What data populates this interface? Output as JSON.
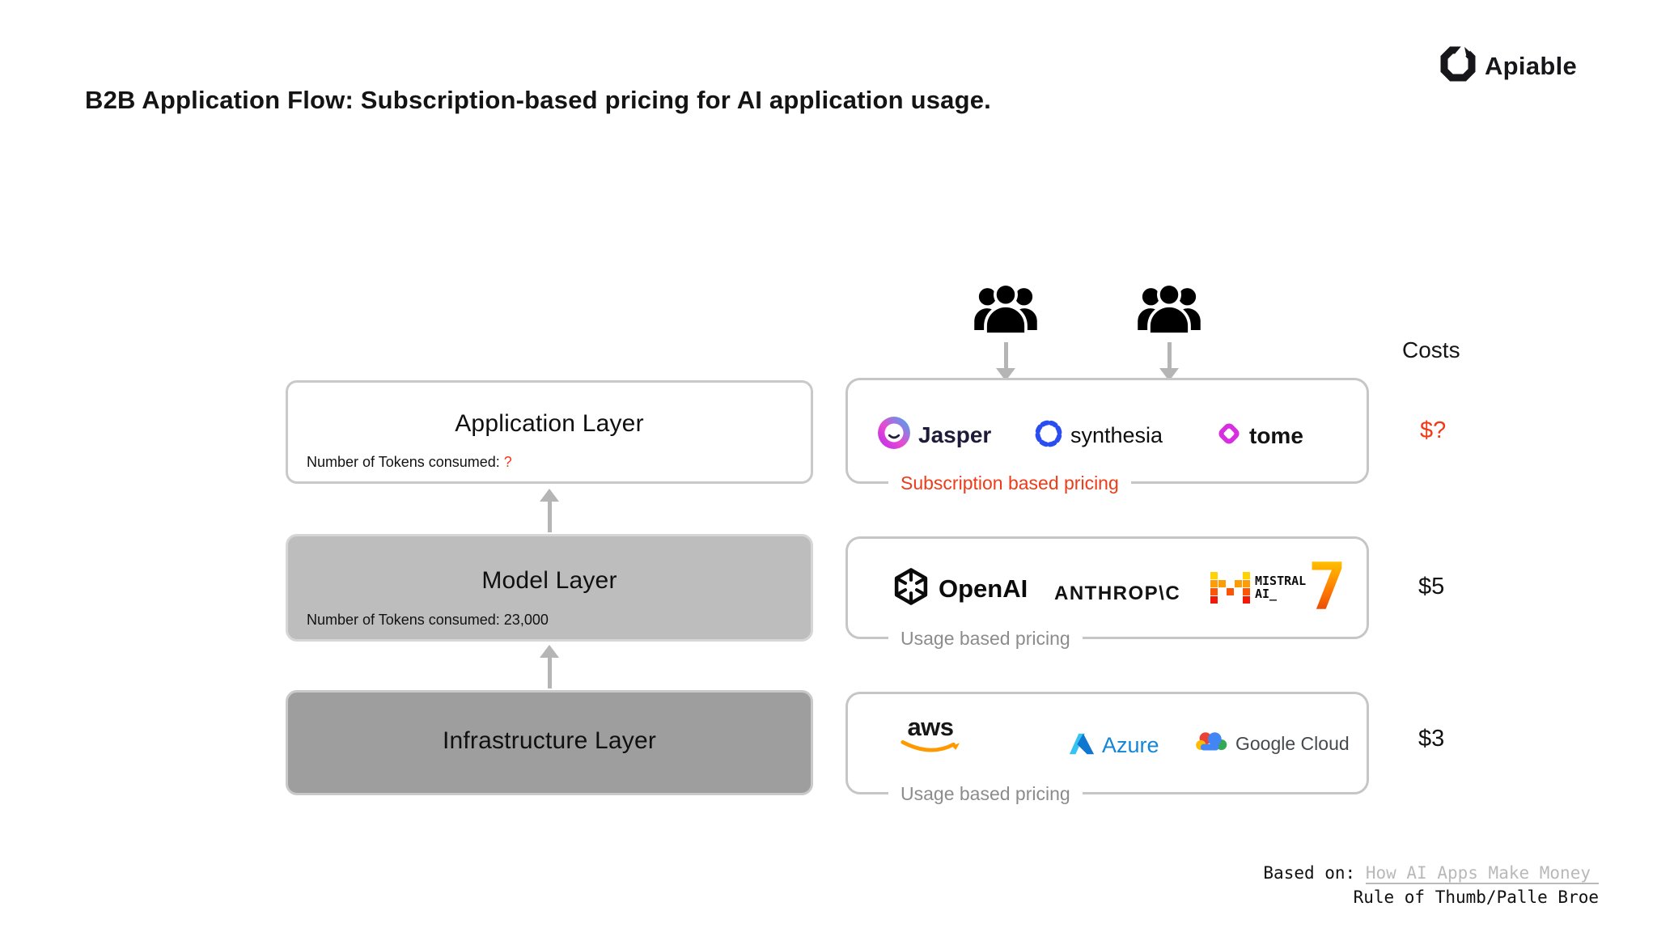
{
  "title": "B2B Application Flow: Subscription-based pricing for AI application usage.",
  "brand": {
    "name": "Apiable"
  },
  "layers": {
    "app": {
      "name": "Application Layer",
      "tokens_label": "Number of Tokens consumed: ",
      "tokens_value": "?"
    },
    "model": {
      "name": "Model Layer",
      "tokens_label": "Number of Tokens consumed: ",
      "tokens_value": "23,000"
    },
    "infra": {
      "name": "Infrastructure Layer"
    }
  },
  "pricing": {
    "app": "Subscription based pricing",
    "model": "Usage based pricing",
    "infra": "Usage based pricing"
  },
  "companies": {
    "jasper": "Jasper",
    "synthesia": "synthesia",
    "tome": "tome",
    "openai": "OpenAI",
    "anthropic": "ANTHROP\\C",
    "mistral_line1": "MISTRAL",
    "mistral_line2": "AI_",
    "mistral_seven": "7",
    "aws": "aws",
    "azure": "Azure",
    "google": "Google Cloud"
  },
  "costs": {
    "header": "Costs",
    "app": "$?",
    "model": "$5",
    "infra": "$3"
  },
  "footer": {
    "prefix": "Based on: ",
    "link": "How AI Apps Make Money",
    "line2": "Rule of Thumb/Palle Broe"
  },
  "colors": {
    "accent_red": "#F13A17",
    "label_gray": "#8C8C8C",
    "border_gray": "#C6C6C6",
    "model_fill": "#BDBDBD",
    "infra_fill": "#9E9E9E",
    "arrow_gray": "#B5B5B5"
  }
}
